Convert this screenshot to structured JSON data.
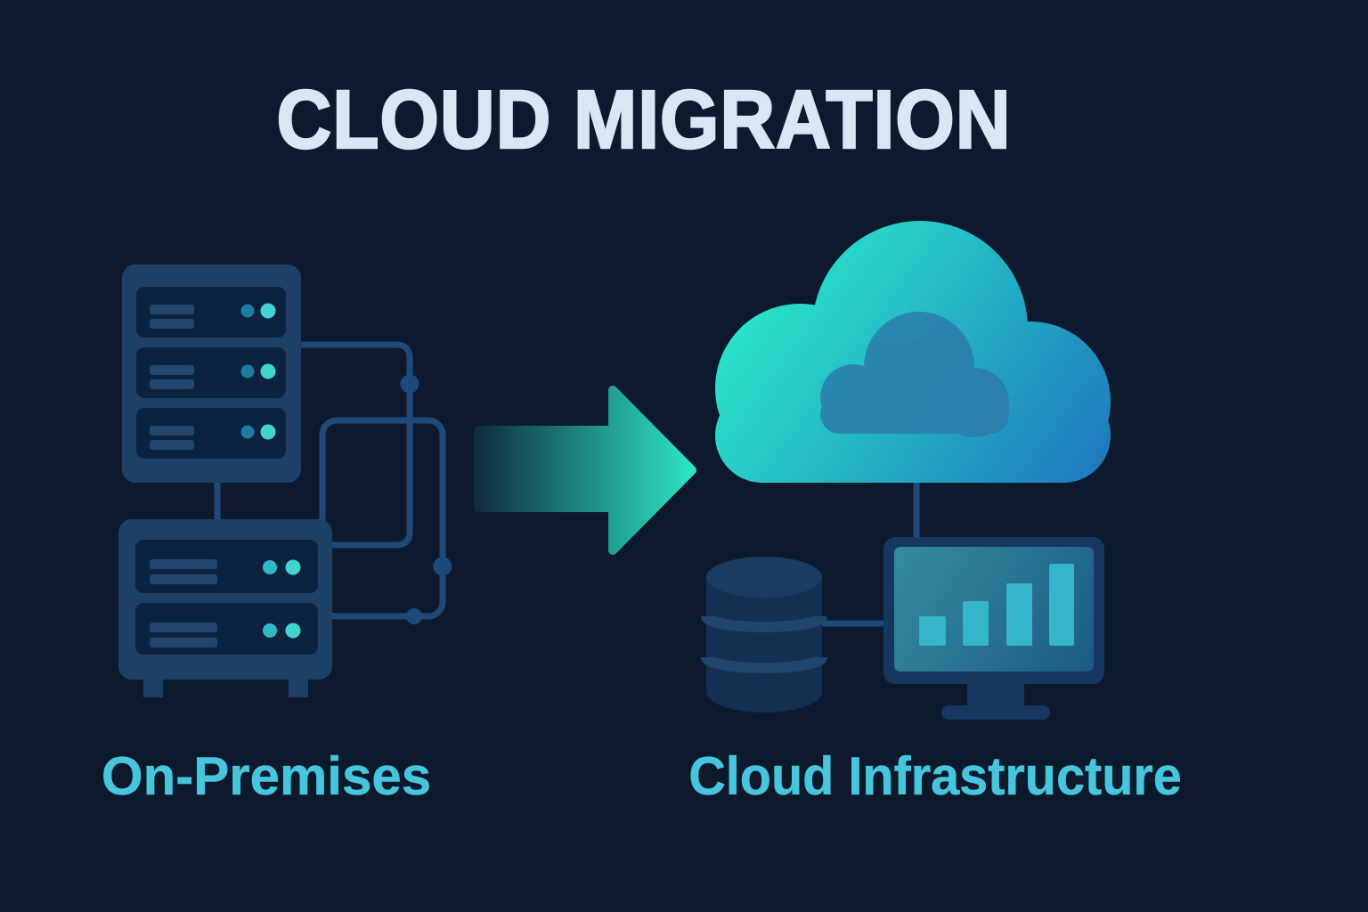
{
  "title": "CLOUD MIGRATION",
  "labels": {
    "left": "On-Premises",
    "right": "Cloud Infrastructure"
  },
  "icons": {
    "on_premises": "server-rack-icon",
    "arrow": "migration-arrow-icon",
    "cloud": "cloud-icon",
    "database": "database-icon",
    "monitor": "monitor-bar-chart-icon",
    "circuit": "circuit-lines"
  },
  "monitor": {
    "chart_bars": [
      33,
      50,
      70,
      92
    ]
  },
  "colors": {
    "background": "#0d1a2e",
    "title_text": "#d9e7f4",
    "label_text": "#46c5dc",
    "chassis": "#1d4066",
    "slot": "#0c2340",
    "slot_bar": "#21476e",
    "led_dim": "#1b7da1",
    "led_mid": "#2fb9c6",
    "led_bright": "#41d5d2",
    "circuit": "#1d4a78",
    "arrow_start": "#0f2e3e",
    "arrow_end": "#2ee7c7",
    "cloud_start": "#2bf0ca",
    "cloud_end": "#1e76bf",
    "cloud_inner": "#2d7cab",
    "db_body": "#132f51",
    "db_top": "#1a3c60",
    "db_band": "#1f456c",
    "monitor_frame": "#173660",
    "screen_start": "#358c9e",
    "screen_end": "#1c5a85",
    "screen_bar": "#35b5c9"
  }
}
